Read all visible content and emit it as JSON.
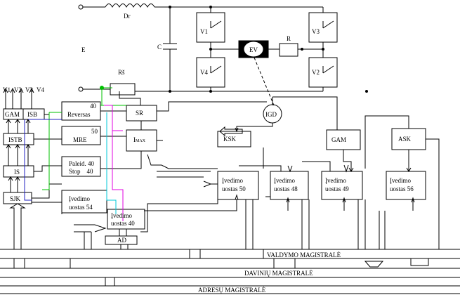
{
  "power": {
    "dr": "Dr",
    "e": "E",
    "c": "C",
    "rs": "Rš",
    "r": "R",
    "v1": "V1",
    "v2": "V2",
    "v3": "V3",
    "v4": "V4",
    "ev": "EV",
    "igd": "IGD"
  },
  "outputs": {
    "v1": "V1",
    "v2": "V2",
    "v3": "V3",
    "v4": "V4"
  },
  "blocks": {
    "gam_left": "GAM",
    "isb": "ISB",
    "istb": "ISTB",
    "is": "IS",
    "sjk": "SJK",
    "reversas_num": "40",
    "reversas": "Reversas",
    "sr": "SR",
    "mre_num": "50",
    "mre": "MRE",
    "imax_i": "I",
    "imax_sub": "MAX",
    "paleid": "Paleid. 40",
    "stop": "Stop    40",
    "ksk": "KSK",
    "gam_right": "GAM",
    "ask": "ASK",
    "ad": "AD",
    "iv50_a": "Įvedimo",
    "iv50_b": "uostas 50",
    "iv48_a": "Įvedimo",
    "iv48_b": "uostas 48",
    "iv49_a": "Įvedimo",
    "iv49_b": "uostas 49",
    "iv56_a": "Įvedimo",
    "iv56_b": "uostas 56",
    "iv54_a": "Įvedimo",
    "iv54_b": "uostas 54",
    "iv40_a": "Įvedimo",
    "iv40_b": "uostas 40"
  },
  "buses": {
    "control": "VALDYMO MAGISTRALĖ",
    "data": "DAVINIŲ MAGISTRALĖ",
    "address": "ADRESŲ MAGISTRALĖ"
  },
  "colors": {
    "wire": "#000000",
    "green": "#00c000",
    "magenta": "#e000e0",
    "cyan": "#00c8d8",
    "blue": "#2020c0",
    "junction_green": "#00c000"
  }
}
